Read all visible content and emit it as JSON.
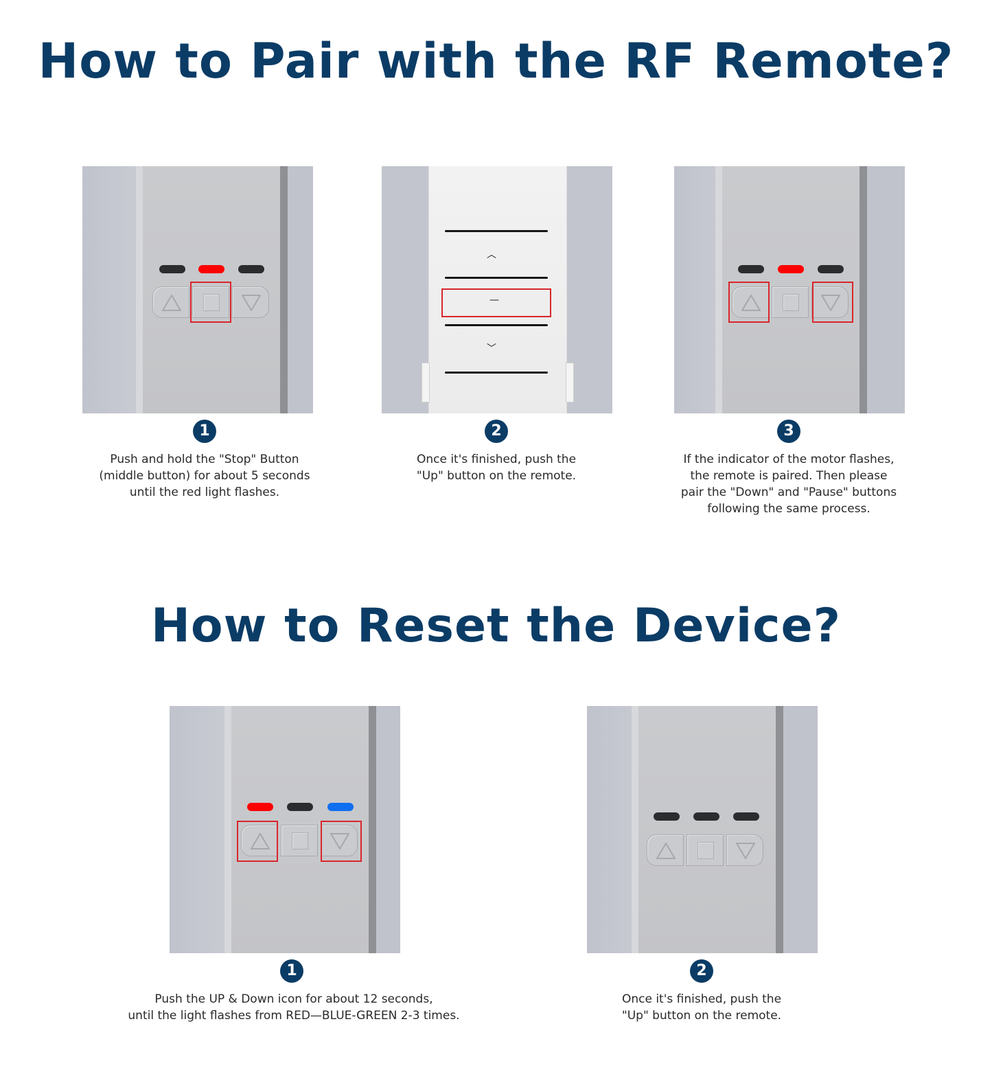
{
  "sections": {
    "pair": {
      "title": "How to Pair with the RF Remote?",
      "steps": [
        {
          "number": "1",
          "text": "Push and hold the \"Stop\" Button\n(middle button) for about 5 seconds\nuntil the red light flashes.",
          "image": "motor-panel",
          "leds": [
            "dark",
            "red",
            "dark"
          ],
          "highlighted_buttons": [
            "stop"
          ]
        },
        {
          "number": "2",
          "text": "Once it's finished, push the\n\"Up\" button on the remote.",
          "image": "rf-remote",
          "remote_glyphs": {
            "up": "︿",
            "stop": "—",
            "down": "﹀"
          },
          "highlighted_buttons": [
            "stop"
          ]
        },
        {
          "number": "3",
          "text": "If the indicator of the motor flashes,\nthe remote is paired. Then please\npair the \"Down\" and \"Pause\" buttons\nfollowing the same process.",
          "image": "motor-panel",
          "leds": [
            "dark",
            "red",
            "dark"
          ],
          "highlighted_buttons": [
            "up",
            "down"
          ]
        }
      ]
    },
    "reset": {
      "title": "How to Reset the Device?",
      "steps": [
        {
          "number": "1",
          "text": "Push the UP & Down icon for about 12 seconds,\nuntil the light flashes from RED—BLUE-GREEN 2-3 times.",
          "image": "motor-panel",
          "leds": [
            "red",
            "dark",
            "blue"
          ],
          "highlighted_buttons": [
            "up",
            "down"
          ]
        },
        {
          "number": "2",
          "text": "Once it's finished, push the\n\"Up\" button on the remote.",
          "image": "motor-panel",
          "leds": [
            "dark",
            "dark",
            "dark"
          ],
          "highlighted_buttons": []
        }
      ]
    }
  },
  "colors": {
    "title": "#0b3c66",
    "badge": "#0b3c66",
    "highlight": "#d9262c",
    "led_red": "#fd0000",
    "led_blue": "#0f6ff0",
    "led_off": "#333436"
  }
}
